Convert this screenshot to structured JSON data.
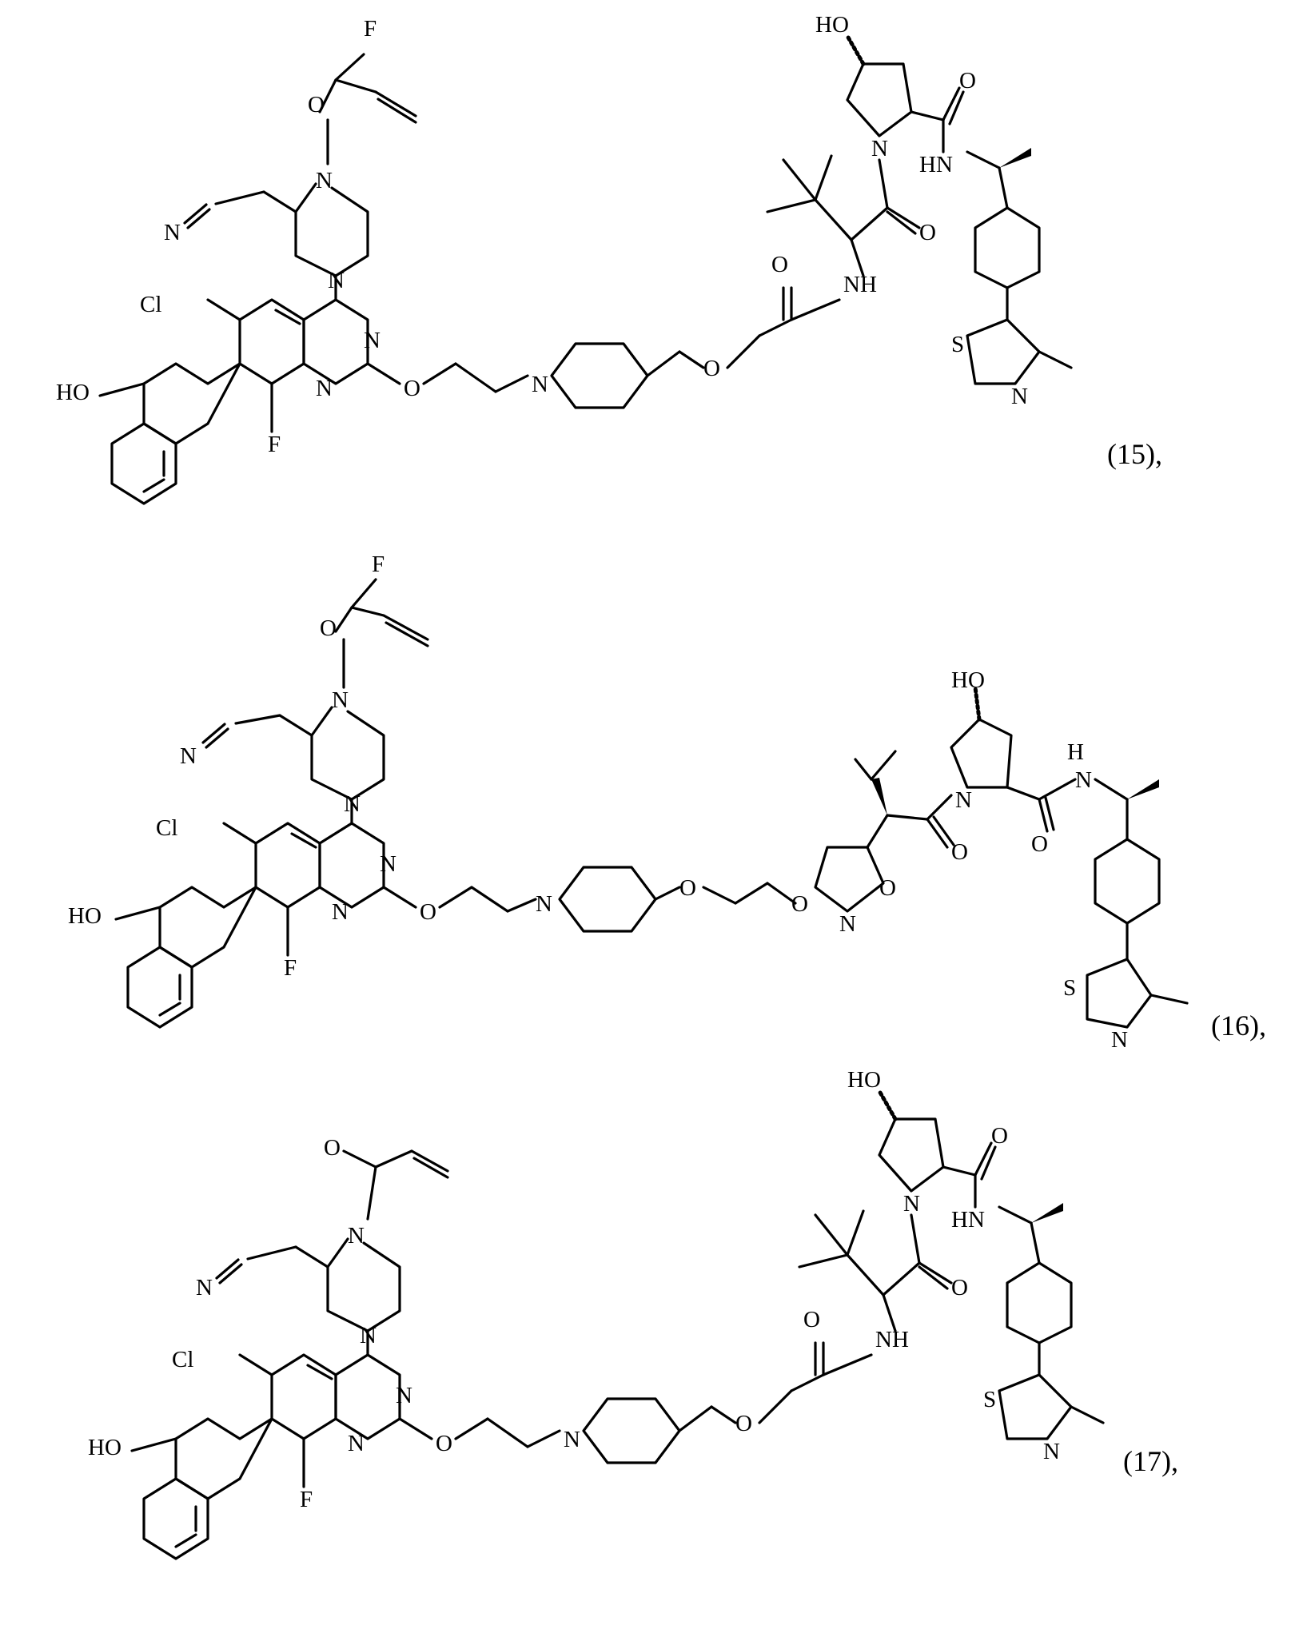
{
  "compounds": [
    {
      "label": "(15),",
      "atoms": {
        "F_vinyl": "F",
        "O_acyl": "O",
        "N_pip_top": "N",
        "N_nitrile": "N",
        "N_pip_bottom": "N",
        "Cl": "Cl",
        "N_q3": "N",
        "N_q1": "N",
        "O_link1": "O",
        "F_q8": "F",
        "HO_naph": "HO",
        "N_piperidine": "N",
        "O_link2": "O",
        "O_amide": "O",
        "NH_amide": "NH",
        "O_tle": "O",
        "N_prol": "N",
        "HO_prol": "HO",
        "O_prol_amide": "O",
        "HN_prol": "HN",
        "S_thz": "S",
        "N_thz": "N"
      }
    },
    {
      "label": "(16),",
      "atoms": {
        "F_vinyl": "F",
        "O_acyl": "O",
        "N_pip_top": "N",
        "N_nitrile": "N",
        "N_pip_bottom": "N",
        "Cl": "Cl",
        "N_q3": "N",
        "N_q1": "N",
        "O_link1": "O",
        "F_q8": "F",
        "HO_naph": "HO",
        "N_piperidine": "N",
        "O_ether1": "O",
        "O_ether2": "O",
        "N_isox": "N",
        "O_isox": "O",
        "O_ketone": "O",
        "N_prol": "N",
        "HO_prol": "HO",
        "O_prol_amide": "O",
        "H_amide": "H",
        "N_amide": "N",
        "S_thz": "S",
        "N_thz": "N"
      }
    },
    {
      "label": "(17),",
      "atoms": {
        "O_acyl": "O",
        "N_pip_top": "N",
        "N_nitrile": "N",
        "N_pip_bottom": "N",
        "Cl": "Cl",
        "N_q3": "N",
        "N_q1": "N",
        "O_link1": "O",
        "F_q8": "F",
        "HO_naph": "HO",
        "N_piperidine": "N",
        "O_link2": "O",
        "O_amide": "O",
        "NH_amide": "NH",
        "O_tle": "O",
        "N_prol": "N",
        "HO_prol": "HO",
        "O_prol_amide": "O",
        "HN_prol": "HN",
        "S_thz": "S",
        "N_thz": "N"
      }
    }
  ]
}
